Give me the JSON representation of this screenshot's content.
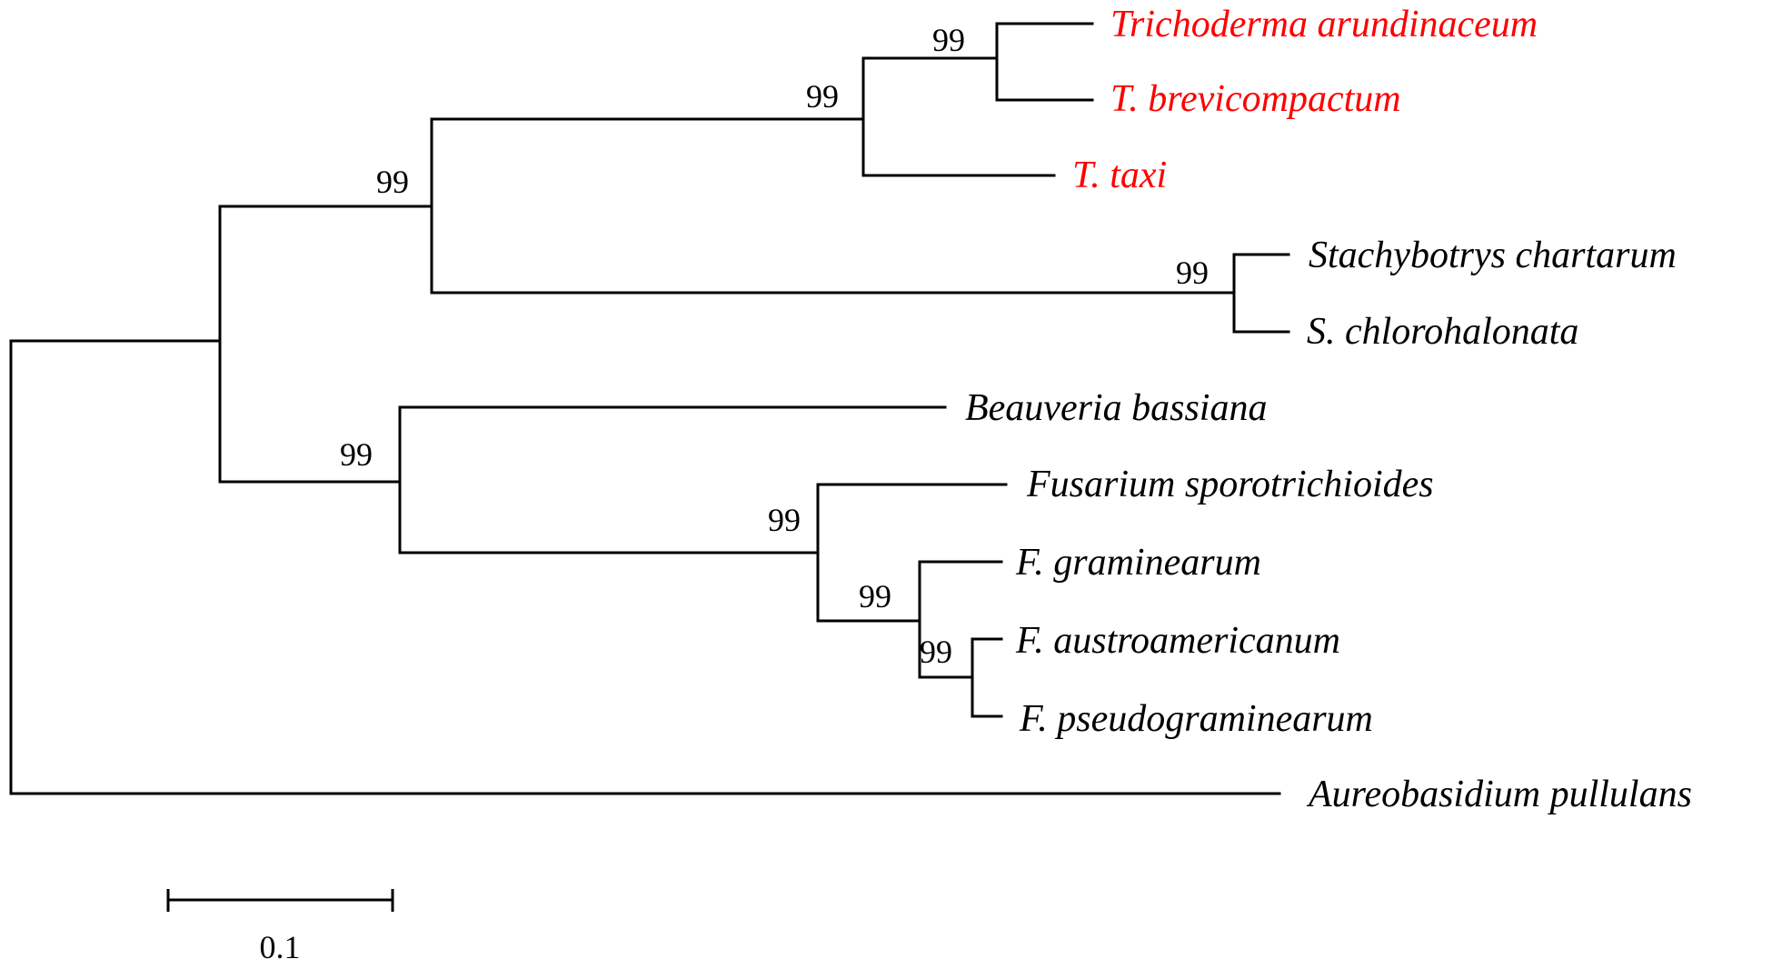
{
  "colors": {
    "highlight": "#ff0000",
    "default": "#000000"
  },
  "taxa": [
    {
      "id": "t_arundinaceum",
      "label": "Trichoderma arundinaceum",
      "highlight": true
    },
    {
      "id": "t_brevicompactum",
      "label": "T. brevicompactum",
      "highlight": true
    },
    {
      "id": "t_taxi",
      "label": "T. taxi",
      "highlight": true
    },
    {
      "id": "s_chartarum",
      "label": "Stachybotrys chartarum",
      "highlight": false
    },
    {
      "id": "s_chlorohalonata",
      "label": "S. chlorohalonata",
      "highlight": false
    },
    {
      "id": "b_bassiana",
      "label": "Beauveria bassiana",
      "highlight": false
    },
    {
      "id": "f_sporotrichioides",
      "label": "Fusarium sporotrichioides",
      "highlight": false
    },
    {
      "id": "f_graminearum",
      "label": "F. graminearum",
      "highlight": false
    },
    {
      "id": "f_austroamericanum",
      "label": "F. austroamericanum",
      "highlight": false
    },
    {
      "id": "f_pseudograminearum",
      "label": "F. pseudograminearum",
      "highlight": false
    },
    {
      "id": "a_pullulans",
      "label": "Aureobasidium pullulans",
      "highlight": false
    }
  ],
  "bootstrap": [
    {
      "node": "trichoderma_inner",
      "value": "99"
    },
    {
      "node": "trichoderma",
      "value": "99"
    },
    {
      "node": "trichoderma_stachybotrys",
      "value": "99"
    },
    {
      "node": "stachybotrys",
      "value": "99"
    },
    {
      "node": "beauveria_fusarium",
      "value": "99"
    },
    {
      "node": "fusarium",
      "value": "99"
    },
    {
      "node": "fusarium_inner",
      "value": "99"
    },
    {
      "node": "fusarium_innermost",
      "value": "99"
    }
  ],
  "scale_bar": {
    "label": "0.1",
    "length": 0.1
  }
}
